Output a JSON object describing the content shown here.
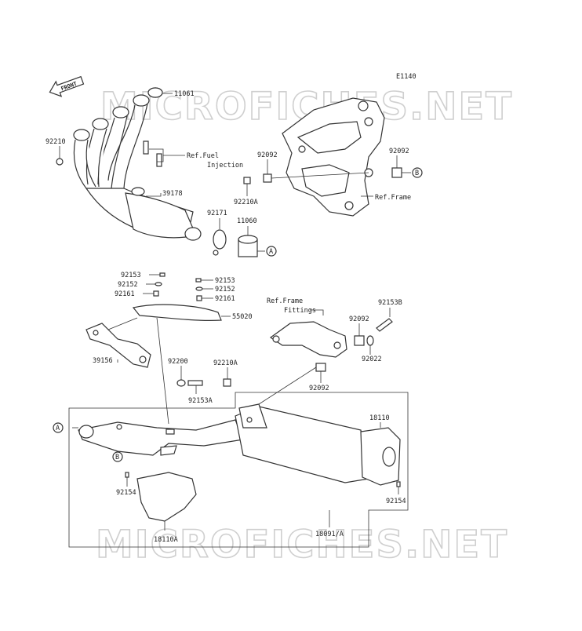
{
  "diagram_code": "E1140",
  "watermark": "MICROFICHES.NET",
  "front_arrow": "FRONT",
  "labels": {
    "p11061": "11061",
    "p92210": "92210",
    "ref_fuel": "Ref.Fuel",
    "injection": "Injection",
    "p92092_a": "92092",
    "p92092_b": "92092",
    "p92210a_top": "92210A",
    "p39178": "39178",
    "p92171": "92171",
    "p11060": "11060",
    "ref_frame": "Ref.Frame",
    "p92153_l": "92153",
    "p92152_l": "92152",
    "p92161_l": "92161",
    "p92153_r": "92153",
    "p92152_r": "92152",
    "p92161_r": "92161",
    "p55020": "55020",
    "ref_frame2": "Ref.Frame",
    "fittings": "Fittings",
    "p92153b": "92153B",
    "p92092_c": "92092",
    "p92022": "92022",
    "p39156": "39156",
    "p92200": "92200",
    "p92210a_mid": "92210A",
    "p92153a": "92153A",
    "p92092_d": "92092",
    "p18110": "18110",
    "p92154_l": "92154",
    "p92154_r": "92154",
    "p18110a": "18110A",
    "p18091a": "18091/A",
    "marker_a": "A",
    "marker_b": "B"
  }
}
